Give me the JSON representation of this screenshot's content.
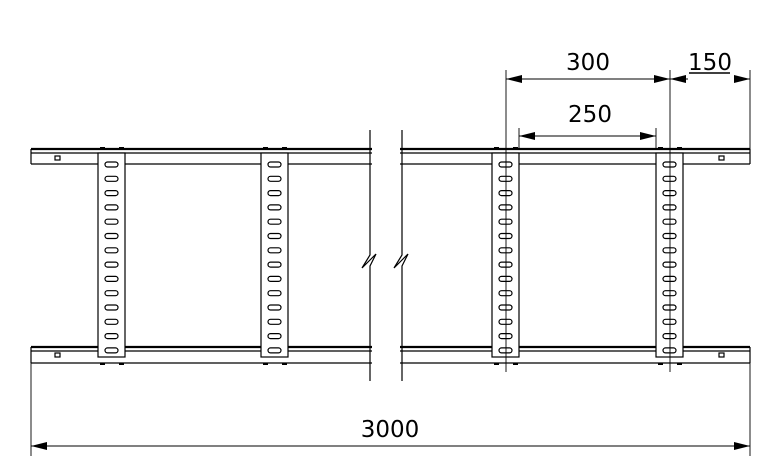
{
  "drawing": {
    "title": "Cable ladder tray drawing",
    "dimensions": {
      "rung_pitch": "300",
      "end_offset": "150",
      "rung_clear_gap": "250",
      "total_length": "3000"
    },
    "slots_per_rung": 14,
    "colors": {
      "line": "#000000",
      "background": "#ffffff"
    }
  }
}
